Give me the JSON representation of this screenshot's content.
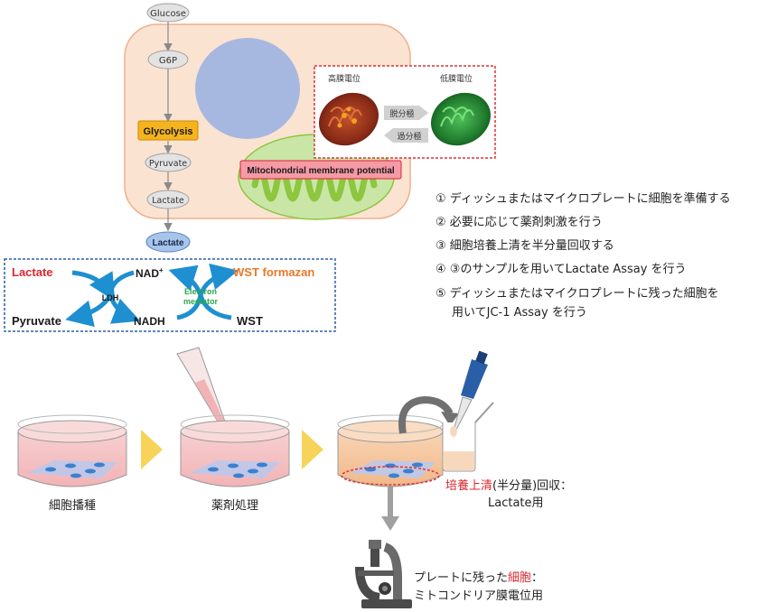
{
  "pathway": {
    "glucose": "Glucose",
    "g6p": "G6P",
    "glycolysis": "Glycolysis",
    "pyruvate": "Pyruvate",
    "lactate_inner": "Lactate",
    "lactate_outer": "Lactate"
  },
  "mitochondria": {
    "potential_label": "Mitochondrial membrane potential",
    "high_label": "高膜電位",
    "low_label": "低膜電位",
    "depolarization": "脱分極",
    "hyperpolarization": "過分極"
  },
  "reaction": {
    "lactate": "Lactate",
    "pyruvate": "Pyruvate",
    "ldh": "LDH",
    "nad_plus": "NAD",
    "nad_sup": "+",
    "nadh": "NADH",
    "electron_mediator_line1": "Electron",
    "electron_mediator_line2": "mediator",
    "wst_formazan": "WST formazan",
    "wst": "WST"
  },
  "steps": [
    {
      "num": "①",
      "line1": "ディッシュまたはマイクロプレートに細胞を準備する"
    },
    {
      "num": "②",
      "line1": "必要に応じて薬剤刺激を行う"
    },
    {
      "num": "③",
      "line1": "細胞培養上清を半分量回収する"
    },
    {
      "num": "④",
      "line1": "③のサンプルを用いてLactate Assay を行う"
    },
    {
      "num": "⑤",
      "line1": "ディッシュまたはマイクロプレートに残った細胞を",
      "line2": "用いてJC-1 Assay を行う"
    }
  ],
  "workflow": {
    "seeding": "細胞播種",
    "treatment": "薬剤処理",
    "supernatant_red": "培養上清",
    "supernatant_rest": "(半分量)回収：",
    "supernatant_line2": "Lactate用",
    "cells_prefix": "プレートに残った",
    "cells_red": "細胞",
    "cells_suffix": "：",
    "cells_line2": "ミトコンドリア膜電位用"
  },
  "colors": {
    "cell_fill": "#fbe3d2",
    "cell_stroke": "#f0b08a",
    "nucleus": "#a7b8e0",
    "glycolysis_box": "#f5b41e",
    "mito_green": "#8dc63f",
    "potential_box": "#f59aa6",
    "red_text": "#d9272e",
    "orange_text": "#e8782a",
    "green_text": "#2aa84a",
    "blue_arrow": "#1e8fd0",
    "yellow_arrow": "#f8d35a"
  }
}
